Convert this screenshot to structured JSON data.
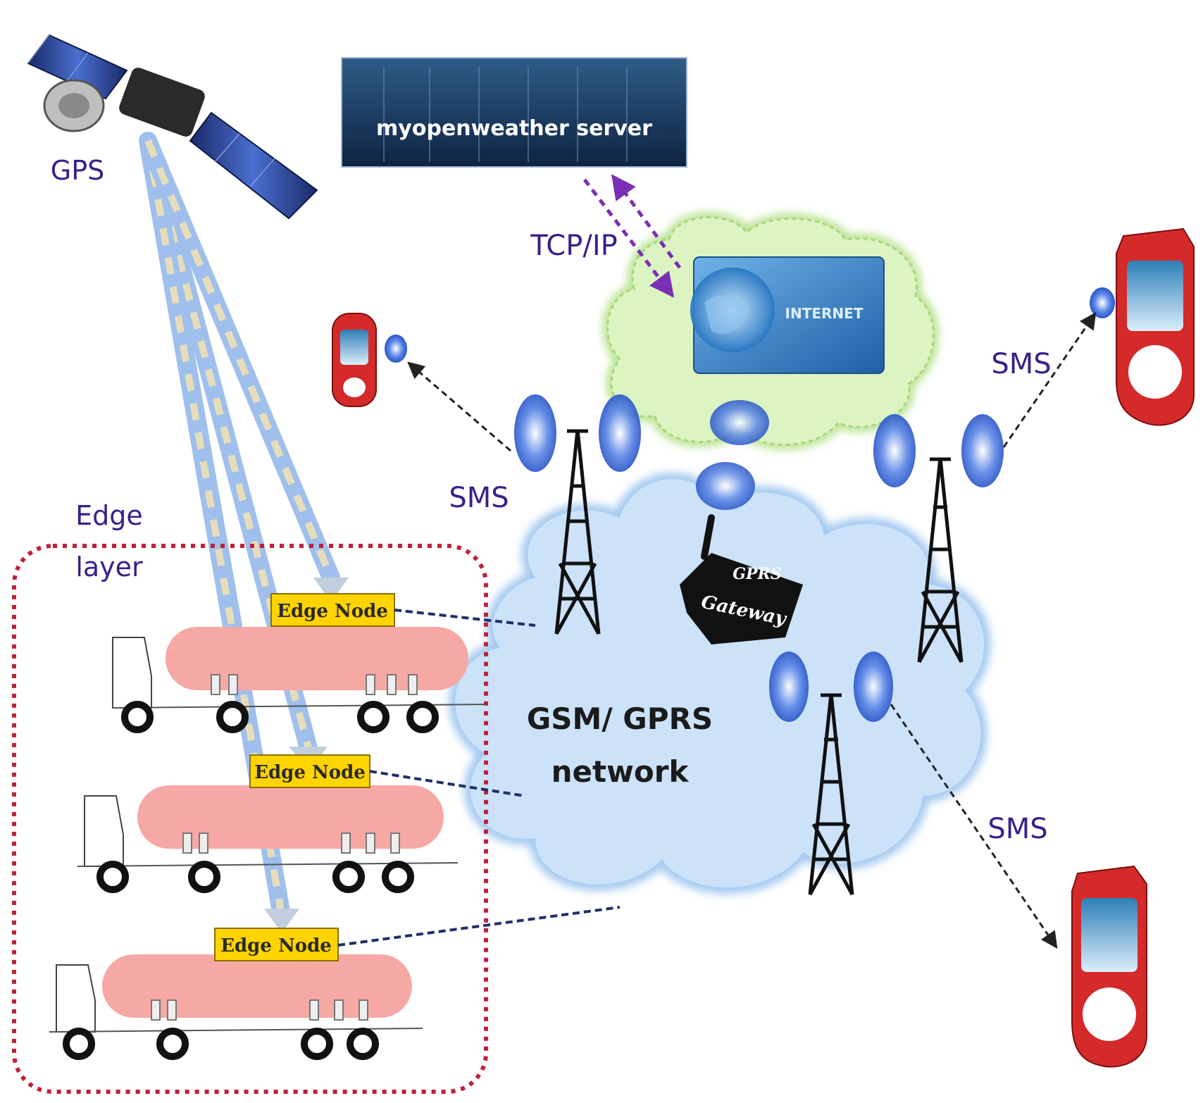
{
  "labels": {
    "gps": "GPS",
    "server": "myopenweather server",
    "tcpip": "TCP/IP",
    "internet": "INTERNET",
    "gateway_line1": "GPRS",
    "gateway_line2": "Gateway",
    "network_line1": "GSM/ GPRS",
    "network_line2": "network",
    "edge_line1": "Edge",
    "edge_line2": "layer",
    "edge_node": "Edge Node",
    "sms": "SMS"
  },
  "colors": {
    "label_purple": "#3a1f8a",
    "cloud_blue": "#c9e0f8",
    "cloud_green": "#d6f0b8",
    "edge_border": "#c0203a",
    "node_yellow": "#ffd400",
    "tanker_pink": "#f6a8a4",
    "phone_red": "#d42a2a"
  },
  "icons": [
    "satellite-icon",
    "server-icon",
    "internet-icon",
    "gprs-gateway-icon",
    "tower-icon",
    "phone-icon",
    "truck-icon"
  ]
}
